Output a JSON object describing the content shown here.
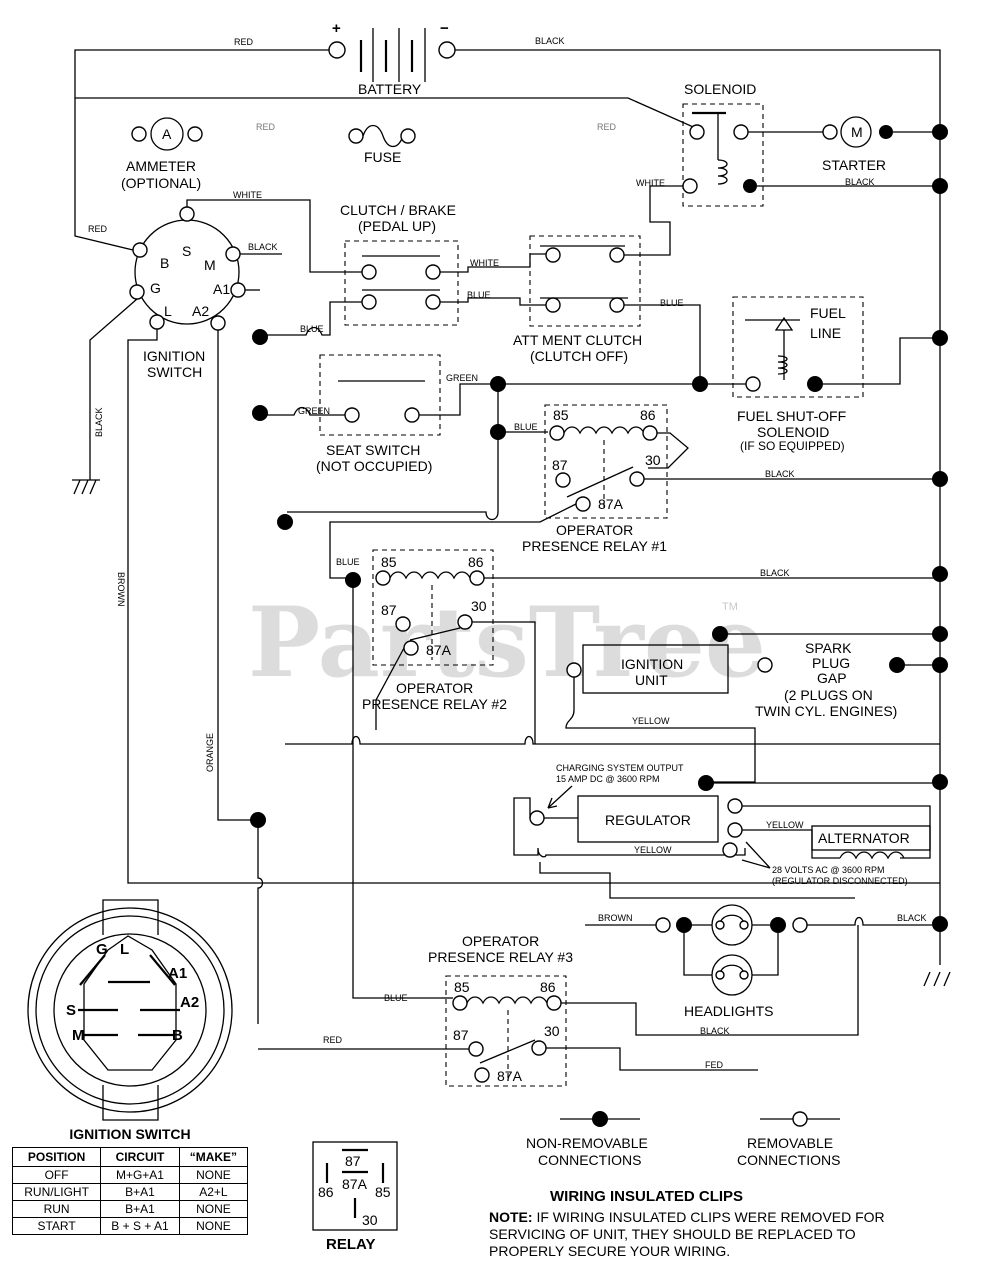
{
  "battery": {
    "label": "BATTERY",
    "plus": "+",
    "minus": "−"
  },
  "wires": {
    "red": "RED",
    "black": "BLACK",
    "white": "WHITE",
    "blue": "BLUE",
    "green": "GREEN",
    "brown": "BROWN",
    "orange": "ORANGE",
    "yellow": "YELLOW",
    "red_faint": "FED"
  },
  "ammeter": {
    "symbol": "A",
    "line1": "AMMETER",
    "line2": "(OPTIONAL)"
  },
  "fuse": {
    "label": "FUSE"
  },
  "solenoid": {
    "label": "SOLENOID"
  },
  "starter": {
    "symbol": "M",
    "label": "STARTER"
  },
  "ignition_switch": {
    "line1": "IGNITION",
    "line2": "SWITCH",
    "terminals": {
      "s": "S",
      "b": "B",
      "m": "M",
      "g": "G",
      "l": "L",
      "a1": "A1",
      "a2": "A2"
    }
  },
  "clutch_brake": {
    "line1": "CLUTCH / BRAKE",
    "line2": "(PEDAL UP)"
  },
  "att_clutch": {
    "line1": "ATT MENT CLUTCH",
    "line2": "(CLUTCH OFF)"
  },
  "fuel_shutoff": {
    "fuel1": "FUEL",
    "fuel2": "LINE",
    "line1": "FUEL SHUT-OFF",
    "line2": "SOLENOID",
    "line3": "(IF SO EQUIPPED)"
  },
  "seat_switch": {
    "line1": "SEAT SWITCH",
    "line2": "(NOT OCCUPIED)"
  },
  "relay1": {
    "line1": "OPERATOR",
    "line2": "PRESENCE RELAY #1"
  },
  "relay2": {
    "line1": "OPERATOR",
    "line2": "PRESENCE RELAY #2"
  },
  "relay3": {
    "line1": "OPERATOR",
    "line2": "PRESENCE RELAY #3"
  },
  "relay_pins": {
    "p85": "85",
    "p86": "86",
    "p87": "87",
    "p30": "30",
    "p87a": "87A"
  },
  "ignition_unit": {
    "line1": "IGNITION",
    "line2": "UNIT"
  },
  "spark_plug": {
    "line1": "SPARK",
    "line2": "PLUG",
    "line3": "GAP",
    "line4": "(2 PLUGS ON",
    "line5": "TWIN CYL. ENGINES)"
  },
  "charging": {
    "line1": "CHARGING SYSTEM OUTPUT",
    "line2": "15 AMP DC @ 3600 RPM"
  },
  "regulator": {
    "label": "REGULATOR"
  },
  "alternator": {
    "label": "ALTERNATOR",
    "line1": "28 VOLTS AC @ 3600 RPM",
    "line2": "(REGULATOR DISCONNECTED)"
  },
  "headlights": {
    "label": "HEADLIGHTS"
  },
  "watermark": {
    "text": "PartsTree",
    "tm": "TM"
  },
  "ign_table": {
    "title": "IGNITION SWITCH",
    "headers": [
      "POSITION",
      "CIRCUIT",
      "“MAKE”"
    ],
    "rows": [
      [
        "OFF",
        "M+G+A1",
        "NONE"
      ],
      [
        "RUN/LIGHT",
        "B+A1",
        "A2+L"
      ],
      [
        "RUN",
        "B+A1",
        "NONE"
      ],
      [
        "START",
        "B + S + A1",
        "NONE"
      ]
    ]
  },
  "relay_legend": {
    "label": "RELAY",
    "p87": "87",
    "p87a": "87A",
    "p86": "86",
    "p85": "85",
    "p30": "30"
  },
  "legend": {
    "nonremovable1": "NON-REMOVABLE",
    "nonremovable2": "CONNECTIONS",
    "removable1": "REMOVABLE",
    "removable2": "CONNECTIONS"
  },
  "clips": {
    "title": "WIRING INSULATED CLIPS",
    "note_bold": "NOTE:",
    "note1": " IF WIRING INSULATED CLIPS WERE REMOVED FOR",
    "note2": "SERVICING OF UNIT, THEY SHOULD BE REPLACED TO",
    "note3": "PROPERLY SECURE YOUR WIRING."
  }
}
